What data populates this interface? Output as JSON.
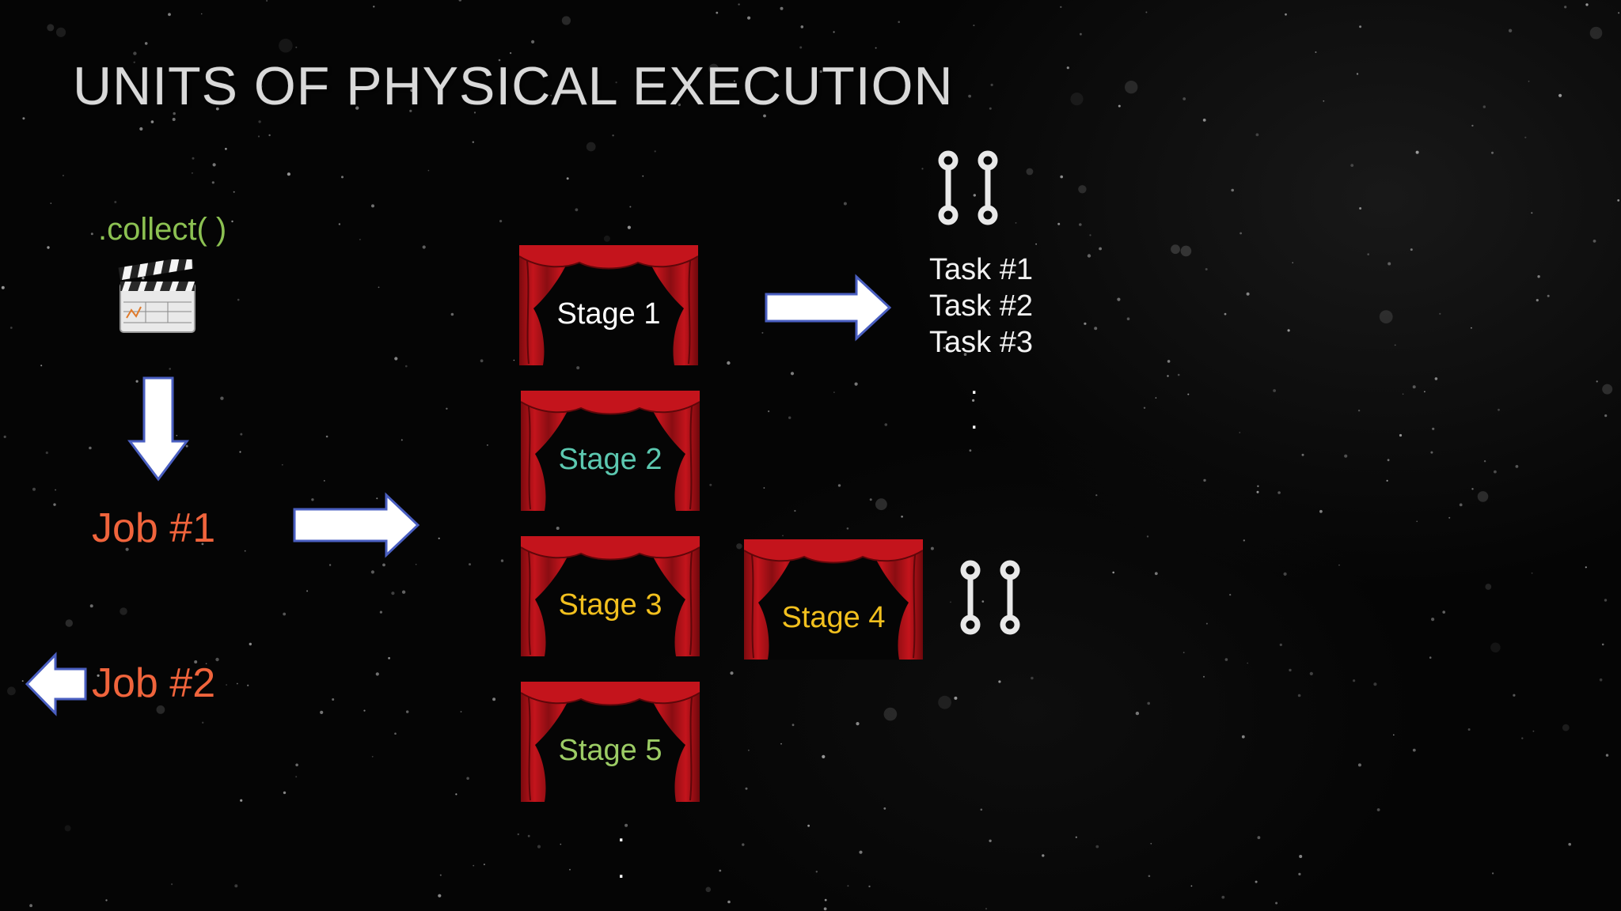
{
  "title": "UNITS OF PHYSICAL EXECUTION",
  "collect_label": ".collect( )",
  "jobs": [
    {
      "label": "Job #1"
    },
    {
      "label": "Job #2"
    }
  ],
  "stages": [
    {
      "label": "Stage 1"
    },
    {
      "label": "Stage 2"
    },
    {
      "label": "Stage 3"
    },
    {
      "label": "Stage 4"
    },
    {
      "label": "Stage 5"
    }
  ],
  "tasks": [
    "Task #1",
    "Task #2",
    "Task #3"
  ],
  "ellipsis": ".",
  "icons": {
    "clapperboard": "clapperboard-icon",
    "spark_tasks": "parallel-tasks-icon",
    "arrow": "block-arrow-icon",
    "curtain": "theater-curtain-icon"
  },
  "colors": {
    "title": "#d9d9d9",
    "collect": "#8cc152",
    "job": "#f0643c",
    "stage1": "#ffffff",
    "stage2": "#5cc8b0",
    "stage3": "#f2c01e",
    "stage4": "#f2c01e",
    "stage5": "#9ccc65",
    "arrow_fill": "#ffffff",
    "arrow_stroke": "#4a5fc1",
    "curtain": "#c4141c"
  }
}
